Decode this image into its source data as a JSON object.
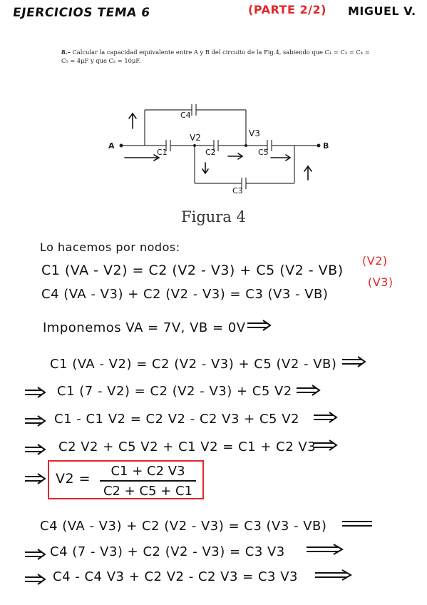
{
  "header": {
    "title": "EJERCICIOS TEMA 6",
    "part": "(PARTE 2/2)",
    "author": "MIGUEL V."
  },
  "problem": {
    "number": "8.–",
    "text": "Calcular la capacidad equivalente entre A y B del circuito de la Fig.4, sabiendo que C₁ = C₃ = C₄ = C₅ = 4μF y que C₂ = 10μF."
  },
  "figure": {
    "node_a": "A",
    "node_b": "B",
    "labels": {
      "c4": "C4",
      "c1": "C1",
      "v2": "V2",
      "c2": "C2",
      "v3": "V3",
      "c5": "C5",
      "c3": "C3"
    },
    "caption": "Figura 4"
  },
  "notes": {
    "intro": "Lo hacemos por nodos:",
    "side_v2": "(V2)",
    "side_v3": "(V3)",
    "eq1": "C1 (VA - V2) = C2 (V2 - V3) + C5 (V2 - VB)",
    "eq2": "C4 (VA - V3) + C2 (V2 - V3) = C3 (V3 - VB)",
    "impose": "Imponemos VA = 7V,  VB = 0V",
    "deriv": [
      "C1 (VA - V2) = C2 (V2 - V3) + C5 (V2 - VB)",
      "C1 (7 - V2) = C2 (V2 - V3) + C5 V2",
      "C1 - C1 V2 = C2 V2 - C2 V3 + C5 V2",
      "C2 V2 + C5 V2 + C1 V2 = C1 + C2 V3"
    ],
    "result": {
      "lhs": "V2 =",
      "numerator": "C1 + C2 V3",
      "denominator": "C2 + C5 + C1"
    },
    "deriv2": [
      "C4 (VA - V3) + C2 (V2 - V3) = C3 (V3 - VB)",
      "C4 (7 - V3) + C2 (V2 - V3) = C3 V3",
      "C4 - C4 V3 + C2 V2 - C2 V3 = C3 V3"
    ]
  },
  "colors": {
    "ink": "#111111",
    "red": "#e3262b"
  }
}
